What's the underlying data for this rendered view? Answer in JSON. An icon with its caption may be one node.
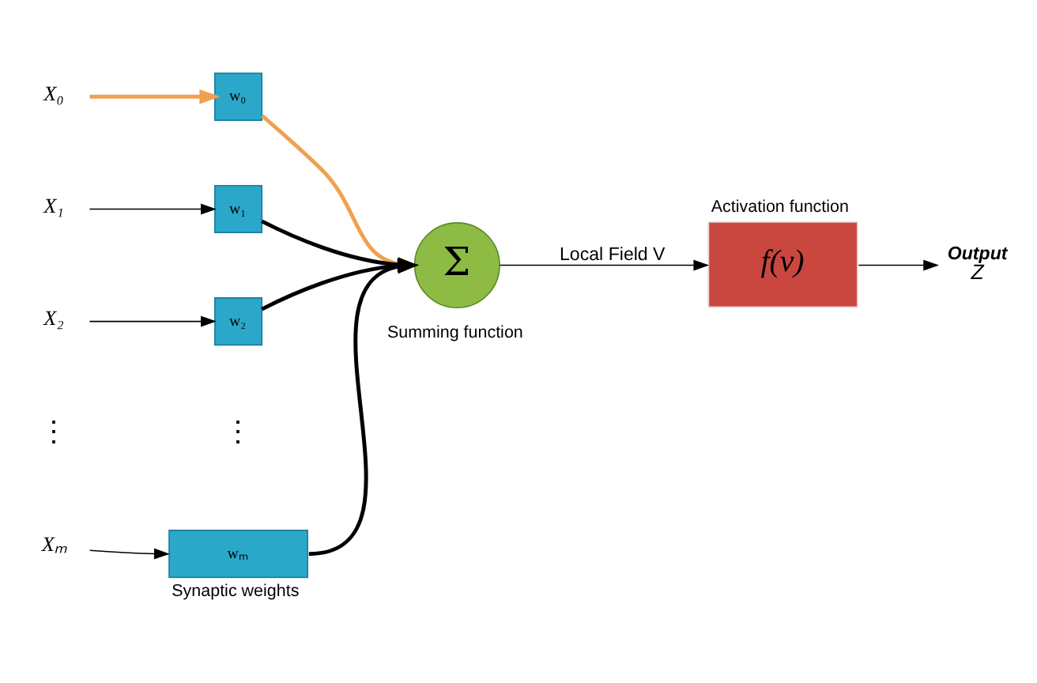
{
  "diagram": {
    "nodes": [
      {
        "text": [
          "X₀"
        ]
      },
      {
        "text": [
          "w₀"
        ]
      },
      {
        "text": [
          "X₁"
        ]
      },
      {
        "text": [
          "w₁"
        ]
      },
      {
        "text": [
          "X₂"
        ]
      },
      {
        "text": [
          "w₂"
        ]
      },
      {
        "text": [
          "Xₘ"
        ]
      },
      {
        "text": [
          "wₘ"
        ],
        "beside": [
          "Synaptic weights"
        ]
      },
      {
        "text": [
          "Σ"
        ],
        "beside": [
          "Summing function"
        ]
      },
      {
        "text": [
          "f(v)"
        ],
        "beside": [
          "Activation function"
        ]
      },
      {
        "text": [
          "Z"
        ],
        "beside": [
          "Output"
        ]
      }
    ],
    "edges": [
      {
        "from": 0,
        "to": 1,
        "arrow": "to",
        "style": "thick",
        "color": "#f0a050"
      },
      {
        "from": 2,
        "to": 3,
        "arrow": "to"
      },
      {
        "from": 4,
        "to": 5,
        "arrow": "to"
      },
      {
        "from": 6,
        "to": 7,
        "arrow": "to"
      },
      {
        "from": 1,
        "to": 8,
        "arrow": "to",
        "style": "thick",
        "color": "#f0a050"
      },
      {
        "from": 3,
        "to": 8,
        "arrow": "to",
        "style": "thick"
      },
      {
        "from": 5,
        "to": 8,
        "arrow": "to",
        "style": "thick"
      },
      {
        "from": 7,
        "to": 8,
        "arrow": "to",
        "style": "thick"
      },
      {
        "from": 8,
        "to": 9,
        "arrow": "to",
        "label": "Local Field V"
      },
      {
        "from": 9,
        "to": 10,
        "arrow": "to"
      }
    ],
    "labels": [
      "⋮",
      "⋮"
    ]
  }
}
